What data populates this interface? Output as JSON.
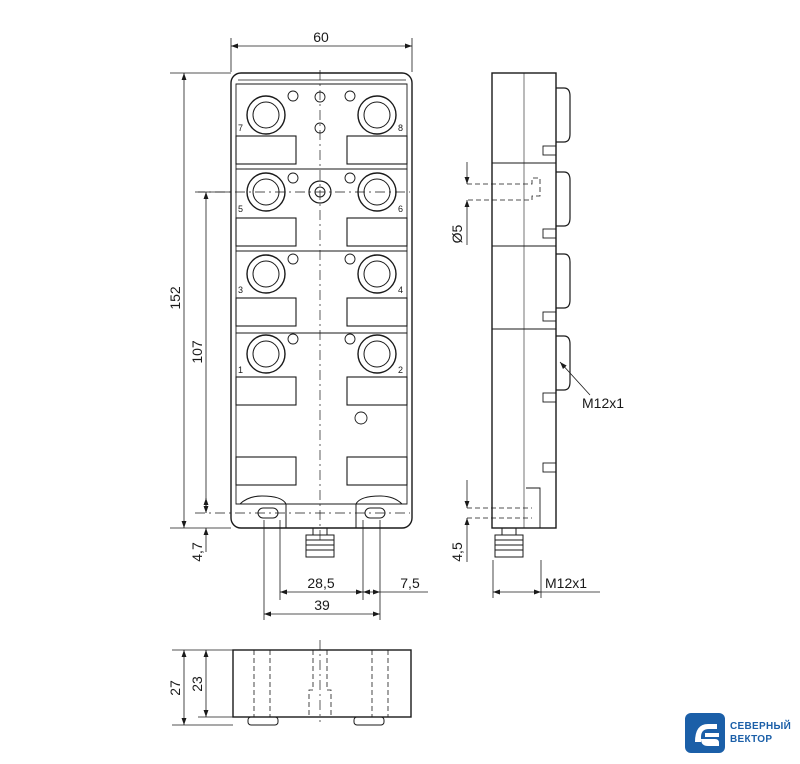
{
  "dimensions": {
    "width_top": "60",
    "height_total": "152",
    "height_holes": "107",
    "offset_bottom": "4,7",
    "hole_spacing": "28,5",
    "slot_width": "7,5",
    "outer_width": "39",
    "hole_diameter": "Ø5",
    "side_offset": "4,5",
    "connector_m12": "M12x1",
    "connector_m12_bottom": "M12x1",
    "depth_total": "27",
    "depth_body": "23"
  },
  "port_numbers": [
    "7",
    "8",
    "5",
    "6",
    "3",
    "4",
    "1",
    "2"
  ],
  "logo": {
    "line1": "СЕВЕРНЫЙ",
    "line2": "ВЕКТОР",
    "color": "#1b5fa8"
  },
  "colors": {
    "line": "#1a1a1a",
    "background": "#ffffff"
  }
}
